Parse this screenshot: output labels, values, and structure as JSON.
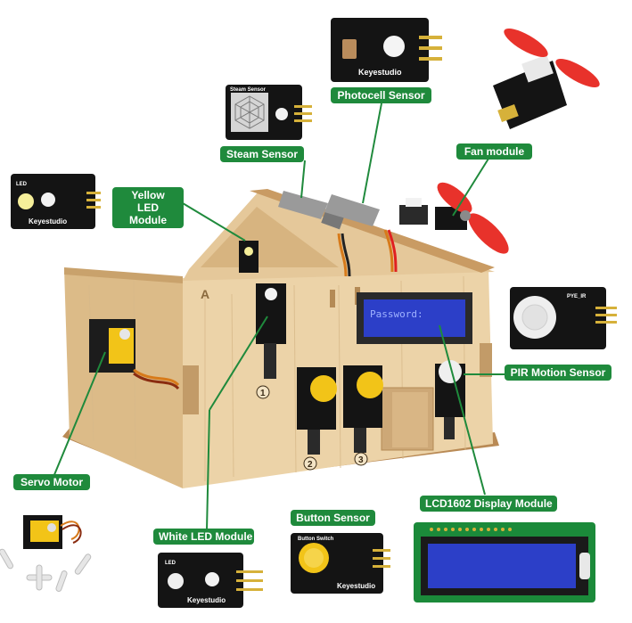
{
  "labels": {
    "photocell_sensor": "Photocell Sensor",
    "steam_sensor": "Steam Sensor",
    "fan_module": "Fan module",
    "yellow_led_module_line1": "Yellow",
    "yellow_led_module_line2": "LED Module",
    "pir_motion_sensor": "PIR Motion Sensor",
    "servo_motor": "Servo Motor",
    "lcd1602_display_module": "LCD1602 Display Module",
    "button_sensor": "Button Sensor",
    "white_led_module": "White LED Module"
  },
  "board_text": {
    "brand": "Keyestudio",
    "steam_board_title": "Steam Sensor",
    "button_board_title": "Button Switch",
    "led_board_label": "LED",
    "pir_board_label": "PYE_IR",
    "lcd_screen_text": "Password:",
    "house_letter": "A",
    "port_1": "1",
    "port_2": "2",
    "port_3": "3"
  },
  "colors": {
    "tag_green": "#1f8a3c",
    "board_black": "#141414",
    "wood": "#e9cfa4",
    "wood_dark": "#cfa672",
    "lcd_blue": "#2c3fc8",
    "fan_red": "#e8322b",
    "button_yellow": "#f2c418"
  }
}
